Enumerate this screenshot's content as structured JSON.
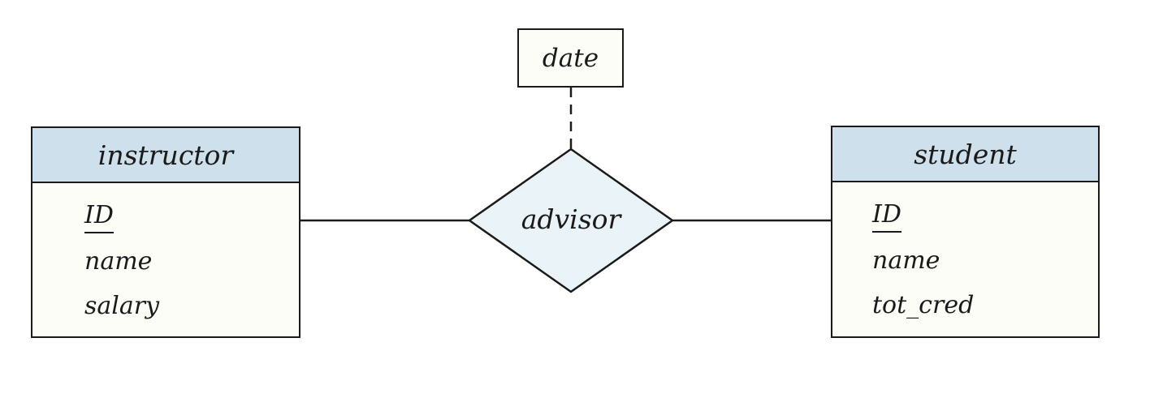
{
  "colors": {
    "canvas-bg": "#ffffff",
    "ink": "#1a1a1a",
    "entity-header-fill": "#cde0eb",
    "entity-body-fill": "#fdfdf8",
    "relationship-fill": "#eaf3f7"
  },
  "diagram": {
    "type": "entity-relationship",
    "entities": [
      {
        "name": "instructor",
        "attributes": [
          {
            "label": "ID",
            "primary_key": true
          },
          {
            "label": "name",
            "primary_key": false
          },
          {
            "label": "salary",
            "primary_key": false
          }
        ]
      },
      {
        "name": "student",
        "attributes": [
          {
            "label": "ID",
            "primary_key": true
          },
          {
            "label": "name",
            "primary_key": false
          },
          {
            "label": "tot_cred",
            "primary_key": false
          }
        ]
      }
    ],
    "relationship": {
      "name": "advisor",
      "connects": [
        "instructor",
        "student"
      ],
      "descriptive_attribute": "date",
      "descriptive_attribute_link_style": "dashed"
    }
  }
}
